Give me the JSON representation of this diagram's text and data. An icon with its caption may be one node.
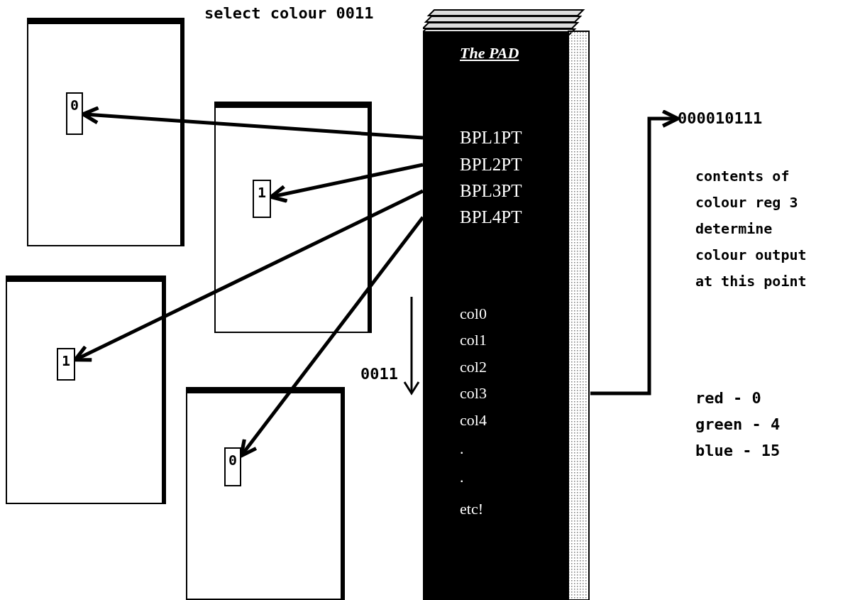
{
  "diagram": {
    "nodes": [
      {
        "text": [],
        "shape": "box"
      },
      {
        "text": [
          "0"
        ],
        "in": 0
      },
      {
        "text": [],
        "shape": "box"
      },
      {
        "text": [
          "1"
        ],
        "in": 2
      },
      {
        "text": [],
        "shape": "box"
      },
      {
        "text": [
          "1"
        ],
        "in": 4
      },
      {
        "text": [],
        "shape": "box"
      },
      {
        "text": [
          "0"
        ],
        "in": 6
      },
      {
        "text": [
          "The PAD"
        ]
      },
      {
        "text": [
          "BPL1PT"
        ],
        "in": 8
      },
      {
        "text": [
          "BPL2PT"
        ],
        "in": 8
      },
      {
        "text": [
          "BPL3PT"
        ],
        "in": 8
      },
      {
        "text": [
          "BPL4PT"
        ],
        "in": 8
      },
      {
        "text": [
          "col0"
        ],
        "in": 8
      },
      {
        "text": [
          "col1"
        ],
        "in": 8
      },
      {
        "text": [
          "col2"
        ],
        "in": 8
      },
      {
        "text": [
          "col3"
        ],
        "in": 8
      },
      {
        "text": [
          "col4"
        ],
        "in": 8
      },
      {
        "text": [
          "."
        ],
        "in": 8
      },
      {
        "text": [
          "."
        ],
        "in": 8
      },
      {
        "text": [
          "etc!"
        ],
        "in": 8
      },
      {
        "text": [
          "000010111"
        ]
      }
    ],
    "edges": [
      {
        "from": 9,
        "to": 1,
        "arrow": "to"
      },
      {
        "from": 10,
        "to": 3,
        "arrow": "to"
      },
      {
        "from": 11,
        "to": 5,
        "arrow": "to"
      },
      {
        "from": 12,
        "to": 7,
        "arrow": "to"
      },
      {
        "from": 8,
        "to": 21,
        "arrow": "to"
      }
    ],
    "labels": [
      "select colour 0011",
      "0011",
      "contents of colour reg 3 determine colour output at this point",
      "red - 0",
      "green - 4",
      "blue - 15"
    ]
  }
}
